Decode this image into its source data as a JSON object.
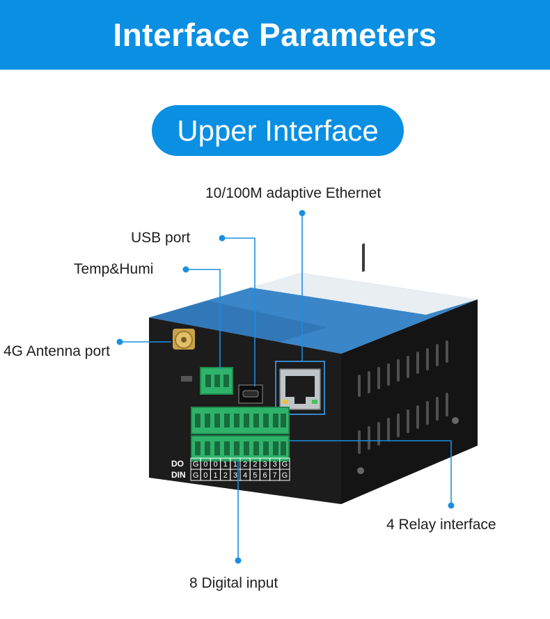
{
  "banner": {
    "title": "Interface Parameters"
  },
  "section": {
    "title": "Upper Interface"
  },
  "callouts": {
    "ethernet": "10/100M adaptive Ethernet",
    "usb": "USB port",
    "temp_humi": "Temp&Humi",
    "antenna": "4G Antenna port",
    "relay": "4 Relay interface",
    "digital_input": "8 Digital input"
  },
  "terminal_labels": {
    "row_do": "DO",
    "row_din": "DIN",
    "do_pins": [
      "G",
      "0",
      "0",
      "1",
      "1",
      "2",
      "2",
      "3",
      "3",
      "G"
    ],
    "din_pins": [
      "G",
      "0",
      "1",
      "2",
      "3",
      "4",
      "5",
      "6",
      "7",
      "G"
    ]
  },
  "colors": {
    "accent": "#0b8fe3",
    "leader": "#1a8fe0",
    "terminal_green": "#2fb36a",
    "body_dark": "#1c1c1c"
  }
}
